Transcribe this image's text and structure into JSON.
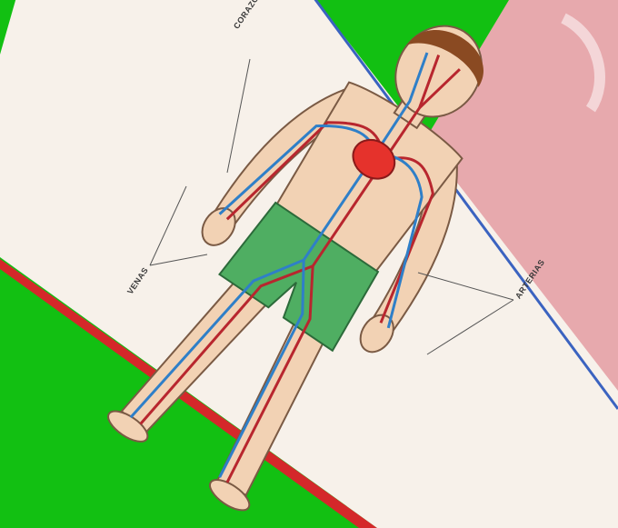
{
  "colors": {
    "background": "#12c012",
    "card": "#f7f1ea",
    "card_border": "#3b63c0",
    "red_stripe": "#d4282a",
    "arteries": "#b8262e",
    "veins": "#2f7fc8",
    "heart": "#e5322c",
    "shorts": "#4fae62",
    "skin": "#f2d2b4",
    "hair": "#8a4a22"
  },
  "labels": {
    "heart": "CORAZÓN",
    "veins": "VENAS",
    "arteries": "ARTERIAS"
  }
}
